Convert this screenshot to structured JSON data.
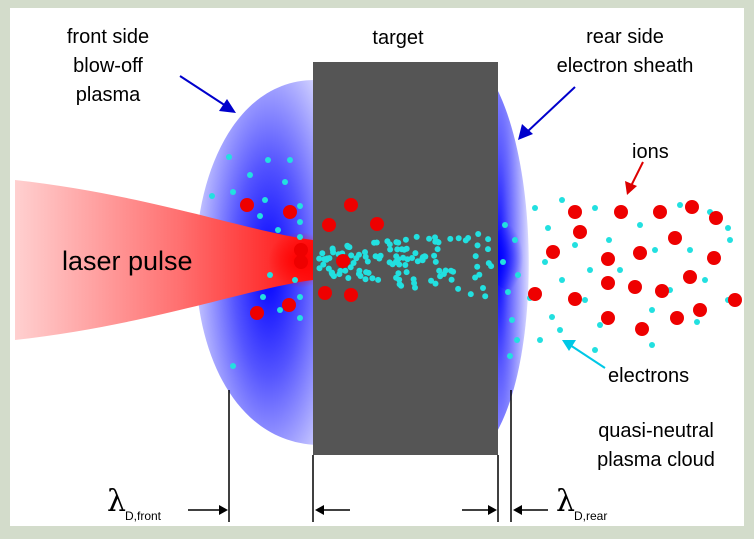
{
  "labels": {
    "front_line1": "front side",
    "front_line2": "blow-off",
    "front_line3": "plasma",
    "target": "target",
    "rear_line1": "rear side",
    "rear_line2": "electron sheath",
    "ions": "ions",
    "laser": "laser pulse",
    "electrons": "electrons",
    "cloud_line1": "quasi-neutral",
    "cloud_line2": "plasma cloud",
    "lambda_symbol": "λ",
    "lambda_front_sub": "D,front",
    "lambda_rear_sub": "D,rear"
  },
  "colors": {
    "frame_background": "#d3dccb",
    "canvas_background": "#ffffff",
    "target": "#555555",
    "ion": "#ee0000",
    "electron": "#22e0e0",
    "plasma": "#3a3aff",
    "laser": "#ff3030",
    "pointer_blue": "#0000cc",
    "pointer_red": "#dd0000",
    "pointer_cyan": "#00c8e6"
  },
  "particles": {
    "ions_in_cloud": 22,
    "ions_in_target": 6,
    "ions_front_plasma": 6
  }
}
